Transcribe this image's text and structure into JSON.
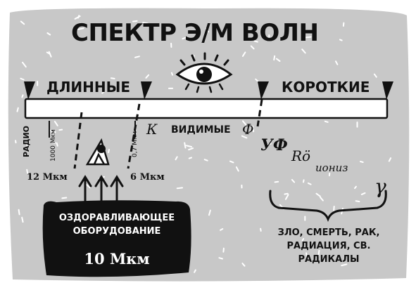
{
  "diagram": {
    "title": "СПЕКТР Э/М ВОЛН",
    "long_label": "ДЛИННЫЕ",
    "short_label": "КОРОТКИЕ",
    "visible_label": "ВИДИМЫЕ",
    "scale_labels": {
      "radio": "РАДИО",
      "thousand_mkm": "1000 Мкм",
      "point7_mkm": "0,7 Мкм"
    },
    "range_labels": {
      "left": "12 Мкм",
      "right": "6 Мкм"
    },
    "handwritten": {
      "k": "К",
      "f": "Ф",
      "uf": "УФ",
      "ro": "Rö",
      "ioniz": "иониз",
      "gamma": "γ"
    },
    "equipment_box": {
      "line1": "ОЗДОРАВЛИВАЮЩЕЕ ОБОРУДОВАНИЕ",
      "value": "10 Мкм"
    },
    "evil_note": "ЗЛО, СМЕРТЬ, РАК, РАДИАЦИЯ, СВ. РАДИКАЛЫ"
  },
  "colors": {
    "background": "#c8c8c8",
    "ink": "#111111",
    "panel_bg": "#ffffff"
  }
}
